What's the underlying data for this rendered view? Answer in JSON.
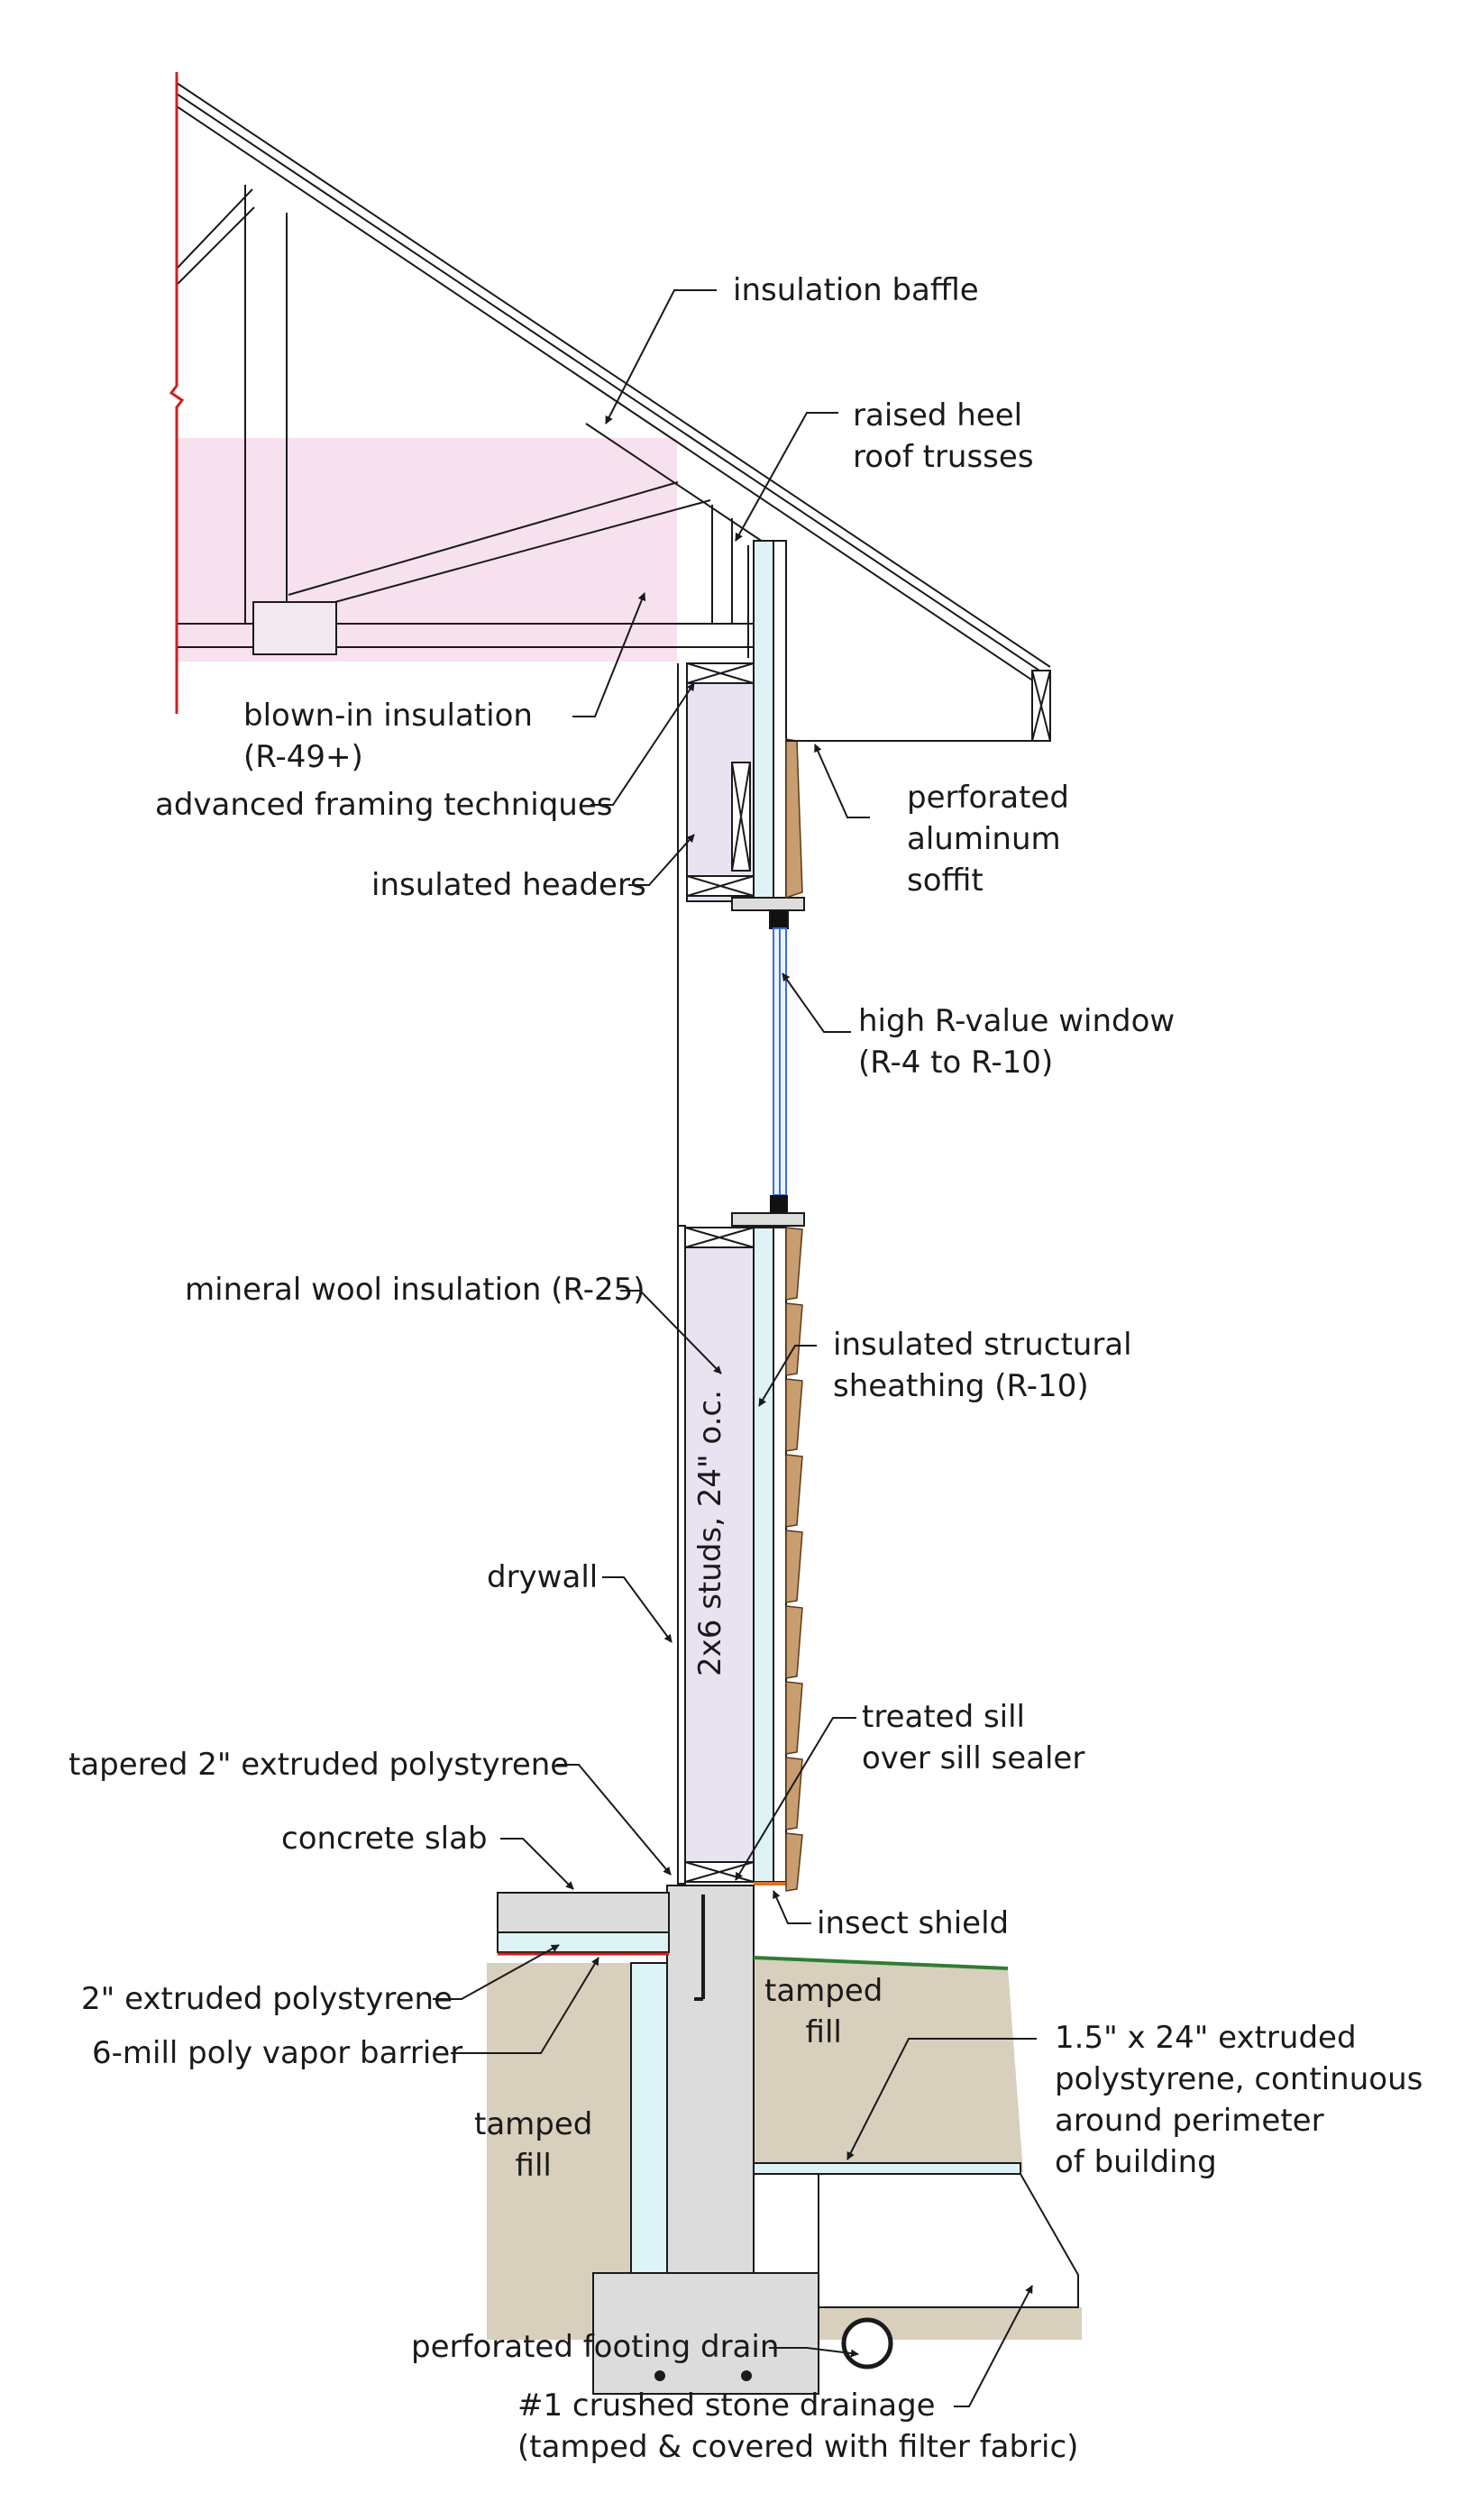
{
  "labels": {
    "insulation_baffle": "insulation baffle",
    "raised_heel": [
      "raised heel",
      "roof trusses"
    ],
    "blown_in": [
      "blown-in insulation",
      "(R-49+)"
    ],
    "advanced_framing": "advanced framing techniques",
    "insulated_headers": "insulated headers",
    "soffit": [
      "perforated",
      "aluminum",
      "soffit"
    ],
    "window": [
      "high R-value window",
      "(R-4 to R-10)"
    ],
    "mineral_wool": "mineral wool insulation (R-25)",
    "sheathing": [
      "insulated structural",
      "sheathing (R-10)"
    ],
    "studs": "2x6 studs, 24\" o.c.",
    "drywall": "drywall",
    "treated_sill": [
      "treated sill",
      "over sill sealer"
    ],
    "tapered_xps": "tapered 2\" extruded polystyrene",
    "concrete_slab": "concrete slab",
    "insect_shield": "insect shield",
    "xps_2in": "2\" extruded polystyrene",
    "vapor_barrier": "6-mill poly vapor barrier",
    "tamped_fill_right": [
      "tamped",
      "fill"
    ],
    "tamped_fill_left": [
      "tamped",
      "fill"
    ],
    "perimeter_xps": [
      "1.5\" x 24\" extruded",
      "polystyrene, continuous",
      "around perimeter",
      "of building"
    ],
    "footing_drain": "perforated footing drain",
    "crushed_stone": [
      "#1 crushed stone drainage",
      "(tamped & covered with filter fabric)"
    ]
  },
  "colors": {
    "line": "#1a1a1a",
    "insulation_pink": "#f8e1ef",
    "mineral_wool": "#e9e3f1",
    "rigid_foam": "#def3f6",
    "concrete": "#dcdcdc",
    "soil": "#d8cfbd",
    "siding": "#c89d70",
    "grade": "#2f7d32",
    "red_line": "#cc2020",
    "sill_orange": "#e07020",
    "glass": "#3a6fd8"
  }
}
